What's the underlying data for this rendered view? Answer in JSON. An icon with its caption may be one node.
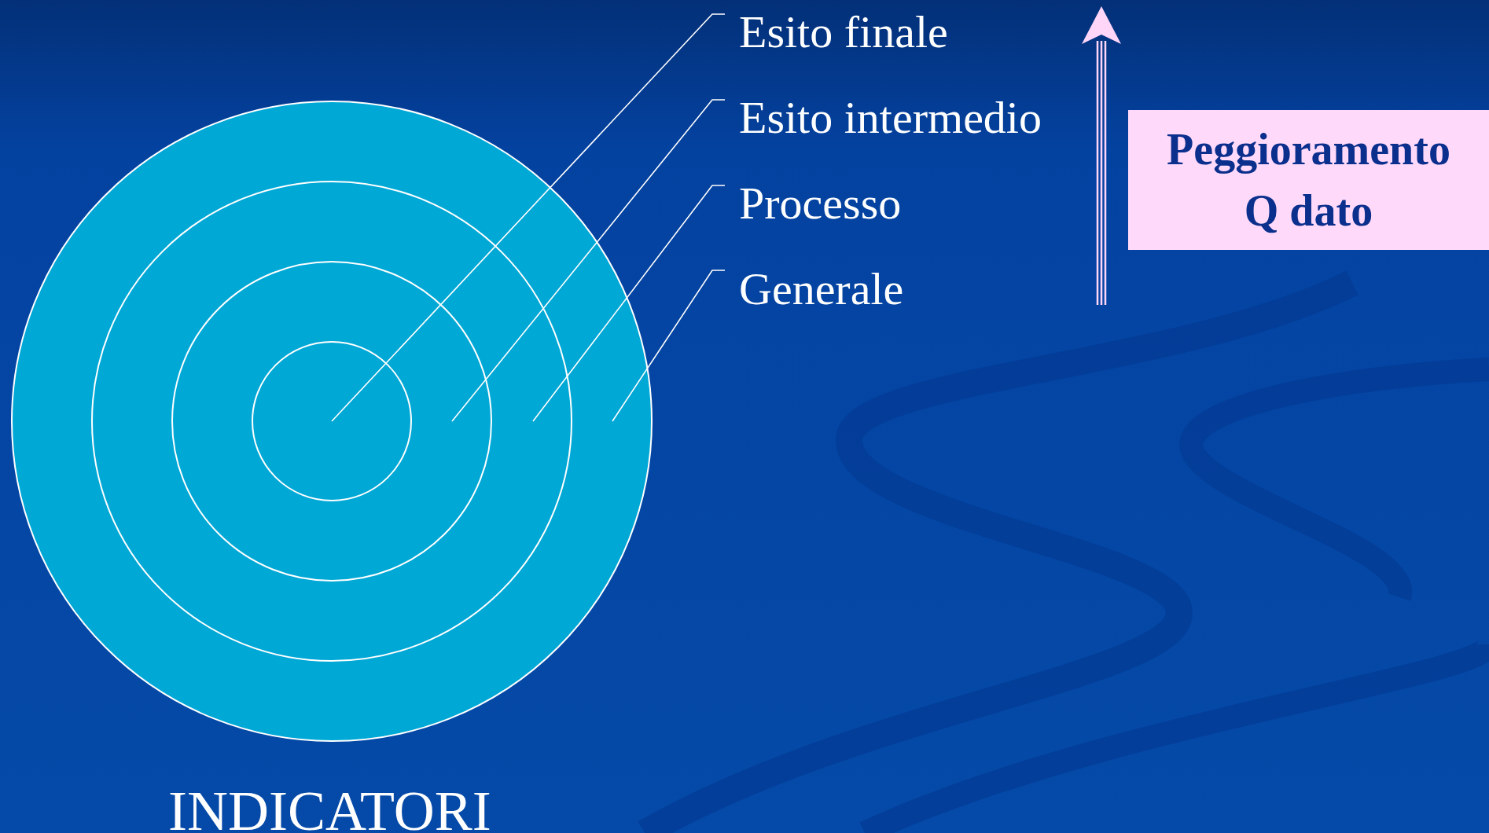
{
  "diagram": {
    "nodes": [
      {
        "text": [],
        "shape": "circle"
      },
      {
        "text": [],
        "shape": "circle",
        "in": 0
      },
      {
        "text": [],
        "shape": "circle",
        "in": 1
      },
      {
        "text": [],
        "shape": "circle",
        "in": 2
      },
      {
        "text": [
          "Esito finale"
        ]
      },
      {
        "text": [
          "Esito intermedio"
        ]
      },
      {
        "text": [
          "Processo"
        ]
      },
      {
        "text": [
          "Generale"
        ]
      },
      {
        "text": [
          "Peggioramento Q dato"
        ]
      }
    ],
    "edges": [
      {
        "from": 4,
        "to": 3,
        "arrow": "none"
      },
      {
        "from": 5,
        "to": 2,
        "arrow": "none"
      },
      {
        "from": 6,
        "to": 1,
        "arrow": "none"
      },
      {
        "from": 7,
        "to": 0,
        "arrow": "none"
      }
    ],
    "labels": [
      "INDICATORI"
    ]
  }
}
